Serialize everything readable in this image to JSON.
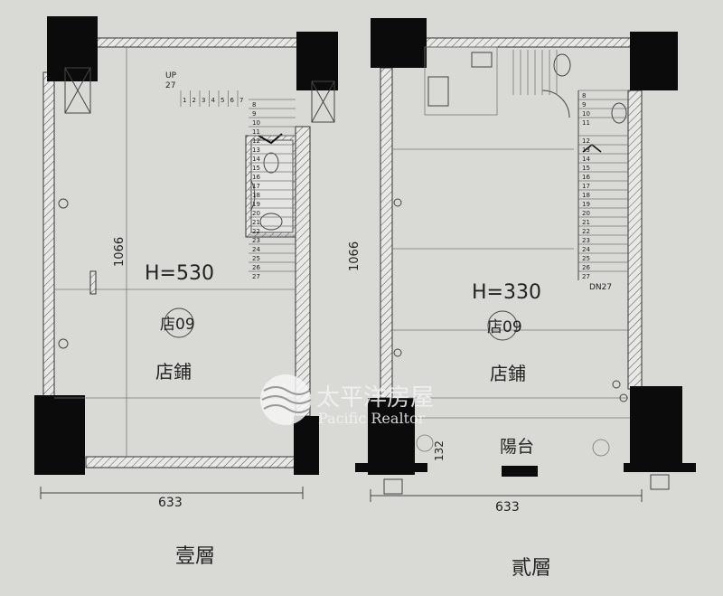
{
  "floor1": {
    "title": "壹層",
    "height_label": "H=530",
    "unit_label": "店09",
    "use_label": "店鋪",
    "depth_dim": "1066",
    "width_dim": "633",
    "stair_label_up": "UP",
    "stair_count": "27"
  },
  "floor2": {
    "title": "貳層",
    "height_label": "H=330",
    "unit_label": "店09",
    "use_label": "店鋪",
    "balcony_label": "陽台",
    "balcony_dim": "132",
    "depth_dim": "1066",
    "width_dim": "633",
    "stair_label_dn": "DN27"
  },
  "stair_steps": [
    "1",
    "2",
    "3",
    "4",
    "5",
    "6",
    "7",
    "8",
    "9",
    "10",
    "11",
    "12",
    "13",
    "14",
    "15",
    "16",
    "17",
    "18",
    "19",
    "20",
    "21",
    "22",
    "23",
    "24",
    "25",
    "26",
    "27"
  ],
  "watermark": {
    "brand_cn": "太平洋房屋",
    "brand_en": "Pacific Realtor"
  },
  "colors": {
    "paper": "#d9d9d6",
    "ink": "#222222",
    "pillar": "#0b0b0b"
  }
}
